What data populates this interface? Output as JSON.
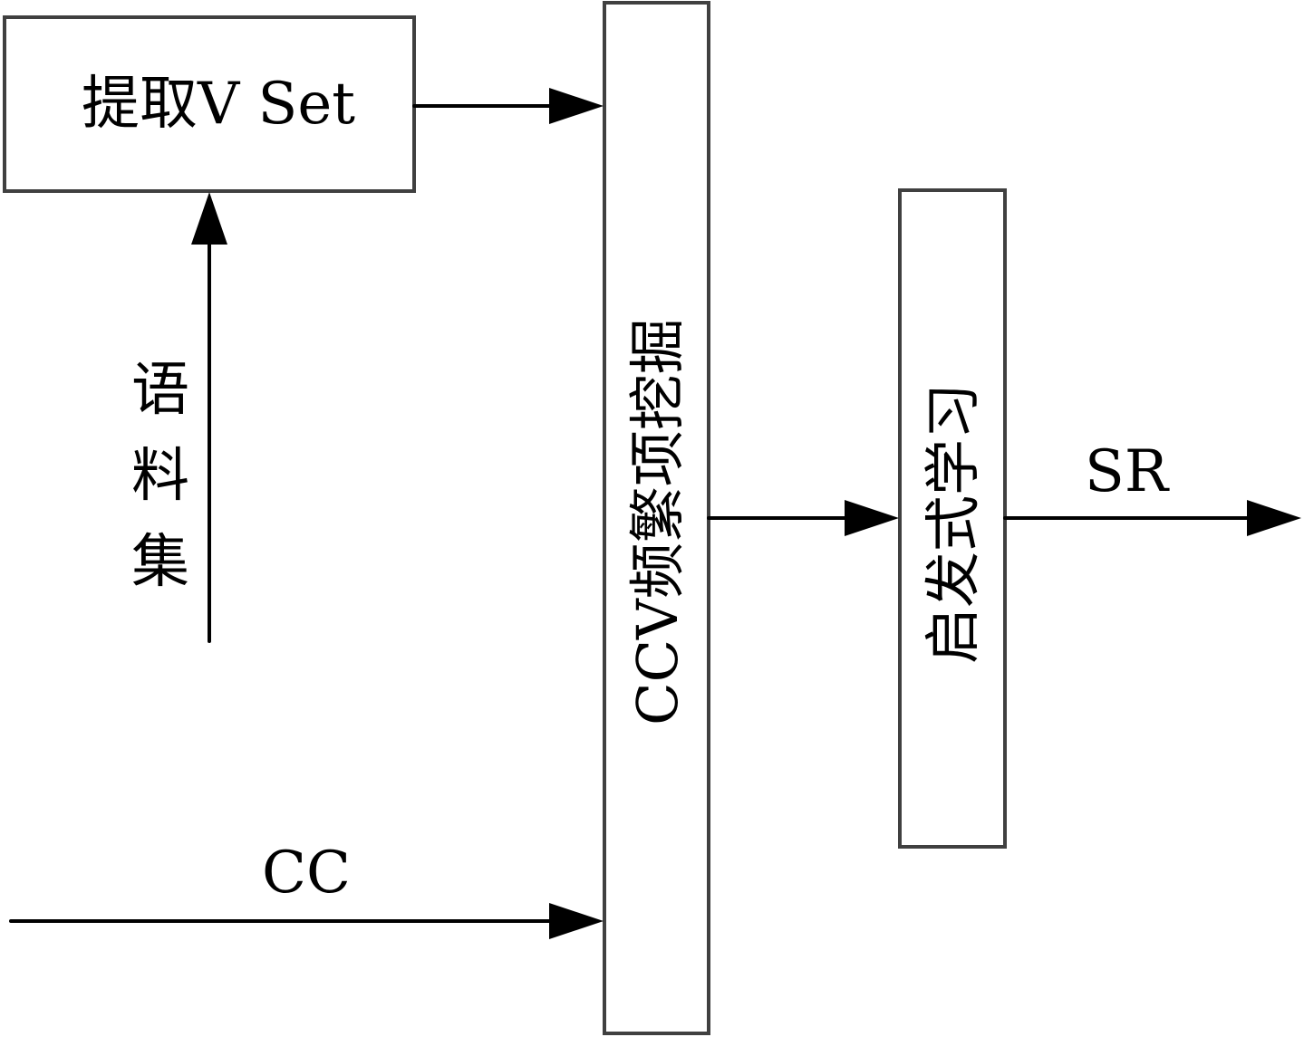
{
  "diagram": {
    "nodes": {
      "extract": {
        "label": "提取V Set"
      },
      "ccv_mining": {
        "label": "CCV频繁项挖掘"
      },
      "heuristic": {
        "label": "启发式学习"
      }
    },
    "edges": {
      "corpus": {
        "label": "语料集",
        "chars": [
          "语",
          "料",
          "集"
        ]
      },
      "cc": {
        "label": "CC"
      },
      "sr": {
        "label": "SR"
      }
    },
    "colors": {
      "box_stroke": "#404040",
      "line": "#000000",
      "background": "#ffffff"
    }
  }
}
